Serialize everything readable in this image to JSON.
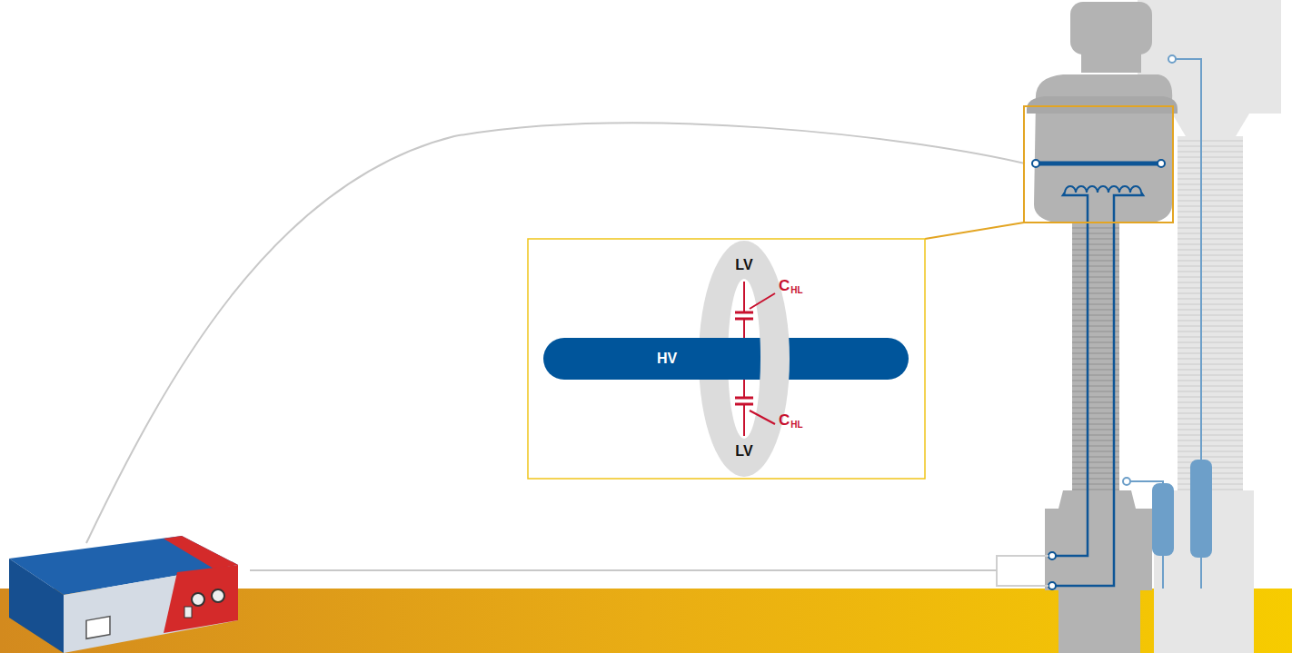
{
  "diagram": {
    "nodes": [
      {
        "text": [
          "HV"
        ]
      }
    ],
    "labels": [
      "LV",
      "LV",
      "C",
      "HL",
      "C",
      "HL"
    ]
  }
}
